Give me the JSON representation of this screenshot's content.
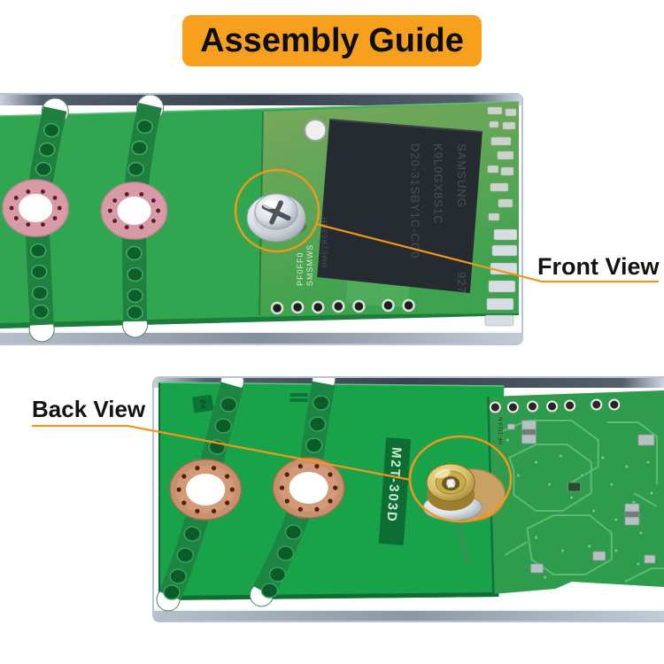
{
  "banner": {
    "title": "Assembly Guide"
  },
  "annotations": {
    "front_label": "Front View",
    "back_label": "Back View"
  },
  "front_photo": {
    "chip": {
      "brand": "SAMSUNG",
      "lot": "927",
      "part1": "K9L0GX8S1C",
      "part2": "D20-31SBY1C-CC0",
      "side_mark": "HME2R63RH"
    },
    "silkscreen_line1": "PF0FF0",
    "silkscreen_line2": "SMSMWS"
  },
  "back_photo": {
    "silkscreen": "M2T-303D",
    "corner_mark": "2",
    "component_mark": "HF-1113-N"
  },
  "colors": {
    "banner_bg": "#F7A01D",
    "annotation_orange": "#F2971B",
    "label_color": "#121212",
    "pcb_green_front": "#2FA64F",
    "pcb_green_back": "#18A34B",
    "ssd_back_green": "#2E9C4C",
    "copper_ring": "#C8906E",
    "pink_ring": "#D79AA6",
    "brass": "#D9C06A",
    "chip_black": "#262A31"
  }
}
